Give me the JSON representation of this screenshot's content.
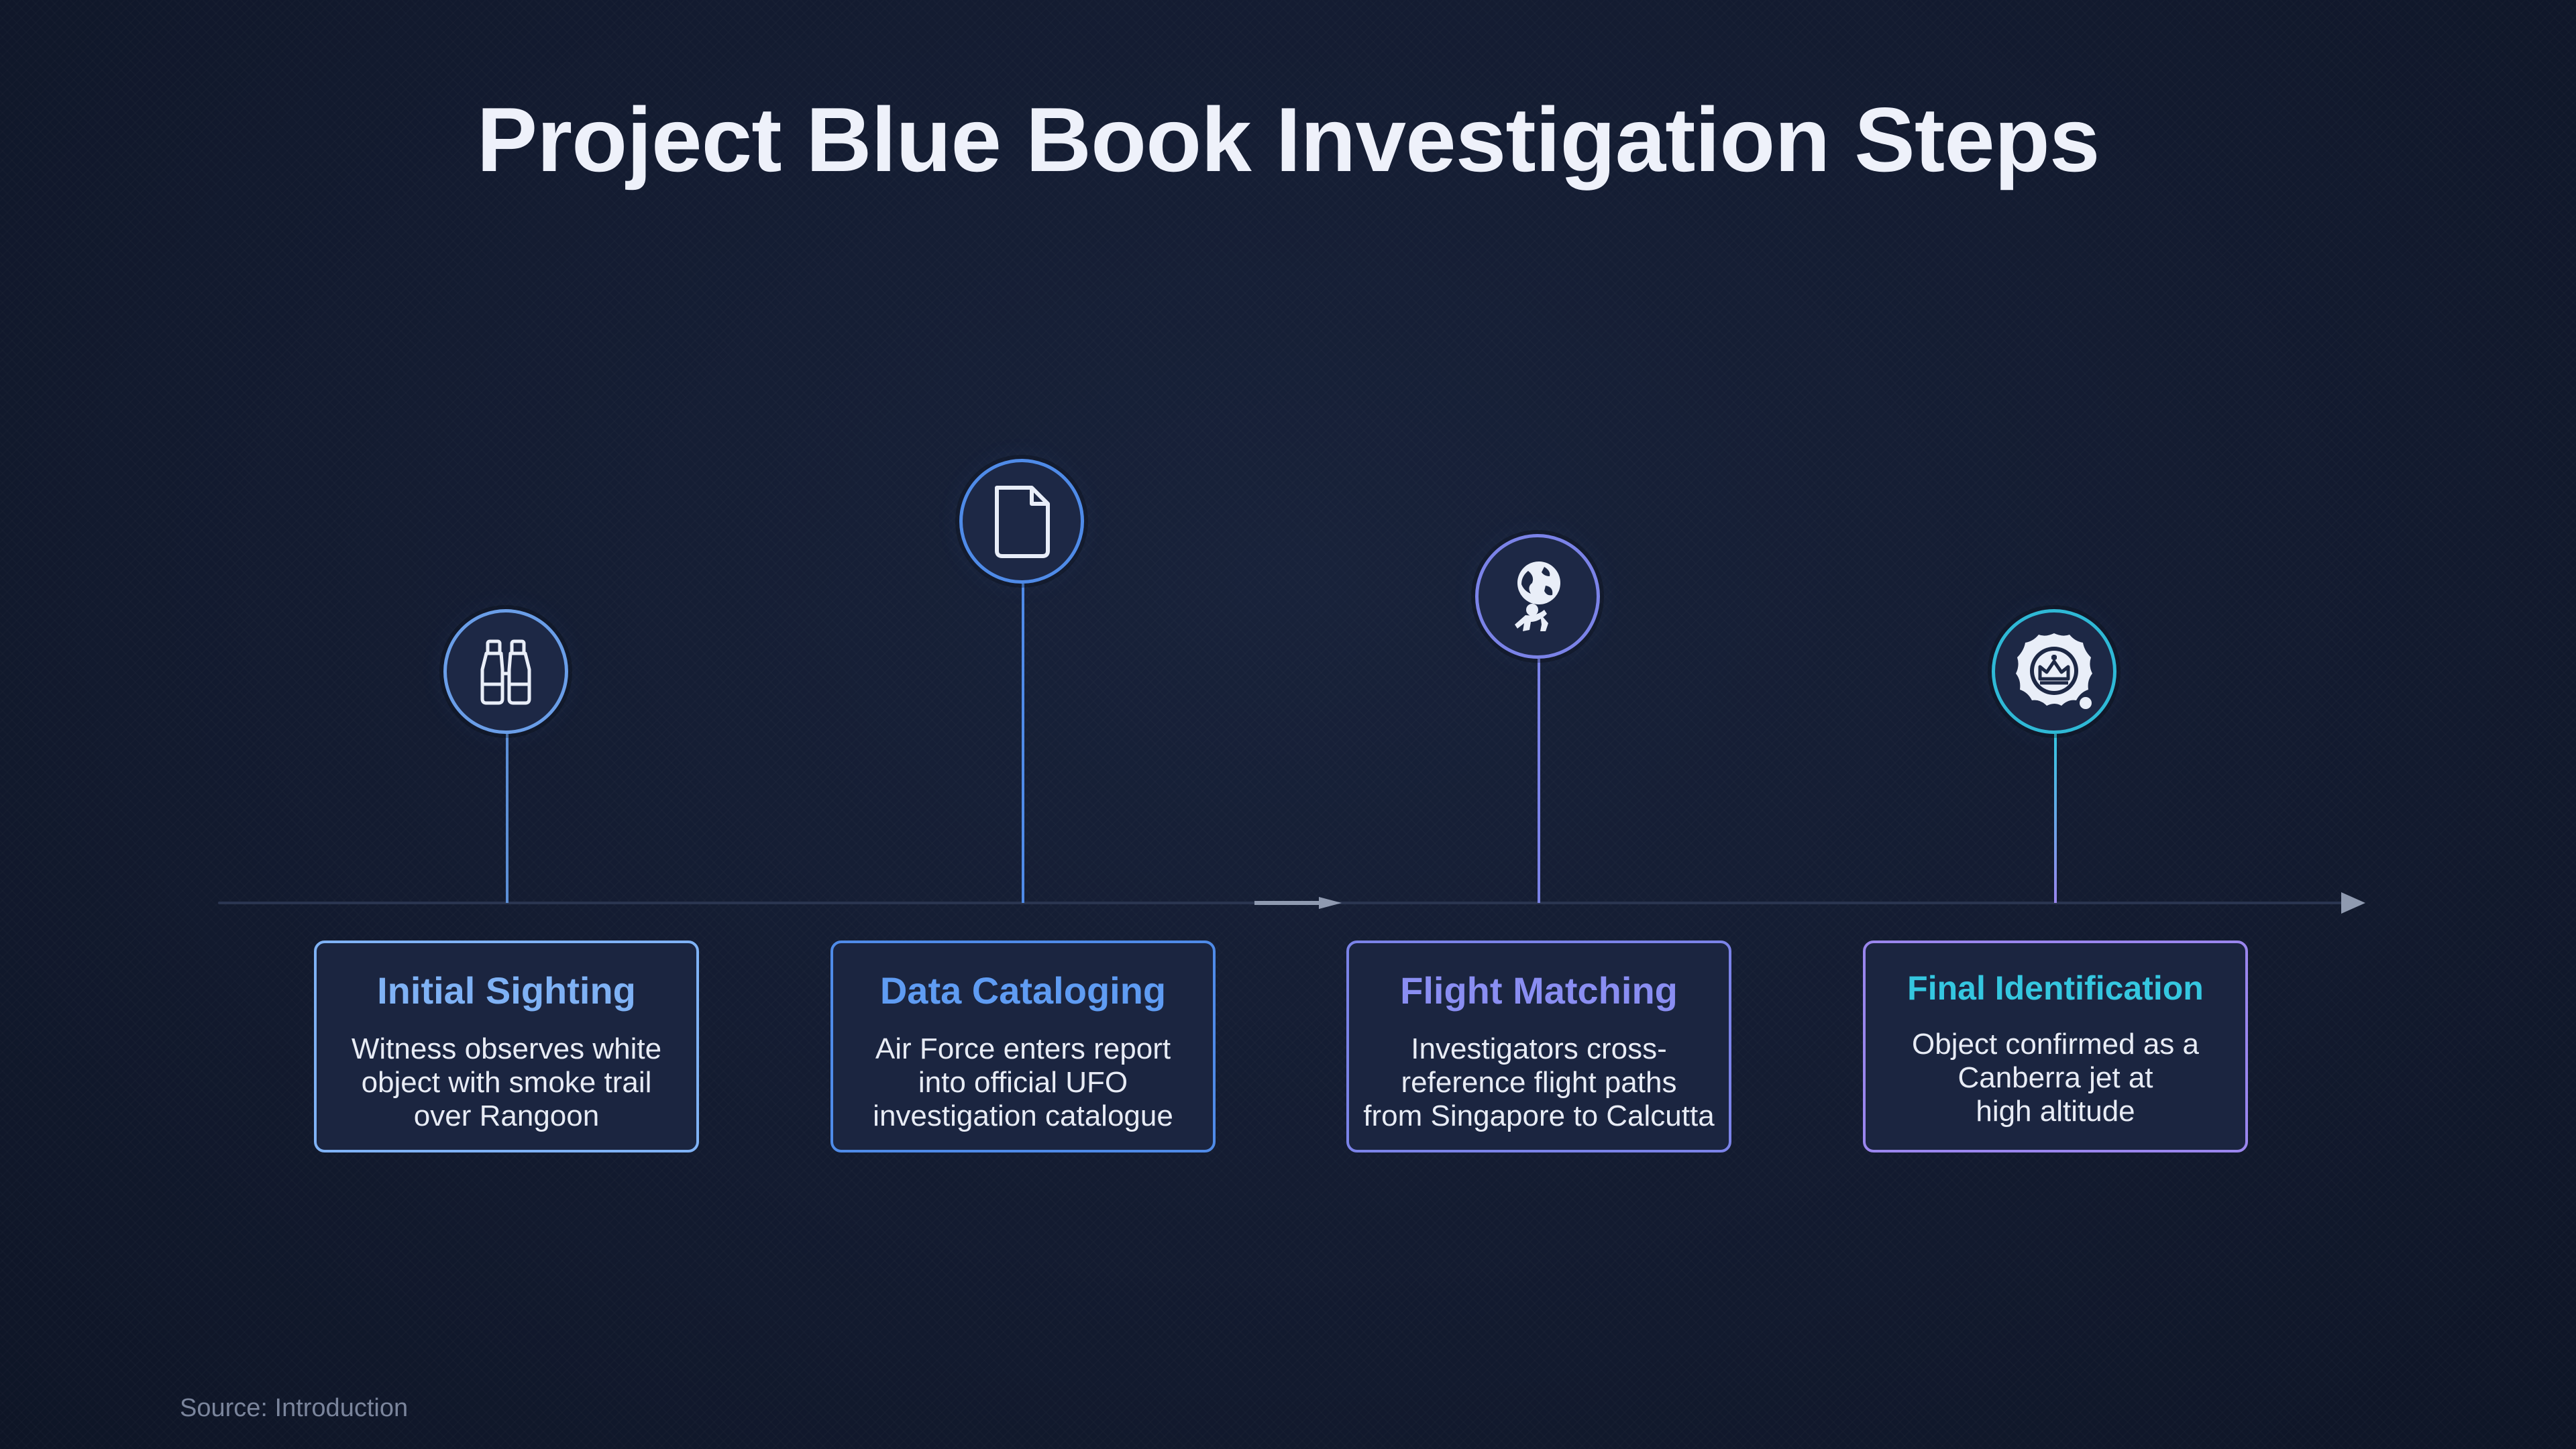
{
  "title": "Project Blue Book Investigation Steps",
  "steps": [
    {
      "title": "Initial Sighting",
      "text_lines": [
        "Witness observes white",
        "object with smoke trail",
        "over Rangoon"
      ],
      "icon": "binoculars-icon",
      "accent": "#7fb2f5"
    },
    {
      "title": "Data Cataloging",
      "text_lines": [
        "Air Force enters report",
        "into official UFO",
        "investigation catalogue"
      ],
      "icon": "document-icon",
      "accent": "#5f9cf3"
    },
    {
      "title": "Flight Matching",
      "text_lines": [
        "Investigators cross-",
        "reference flight paths",
        "from Singapore to Calcutta"
      ],
      "icon": "atlas-globe-icon",
      "accent": "#8a8ef2"
    },
    {
      "title": "Final Identification",
      "text_lines": [
        "Object confirmed as a",
        "Canberra jet at",
        "high altitude"
      ],
      "icon": "crown-seal-icon",
      "accent": "#35c7e0"
    }
  ],
  "source": "Source: Introduction"
}
